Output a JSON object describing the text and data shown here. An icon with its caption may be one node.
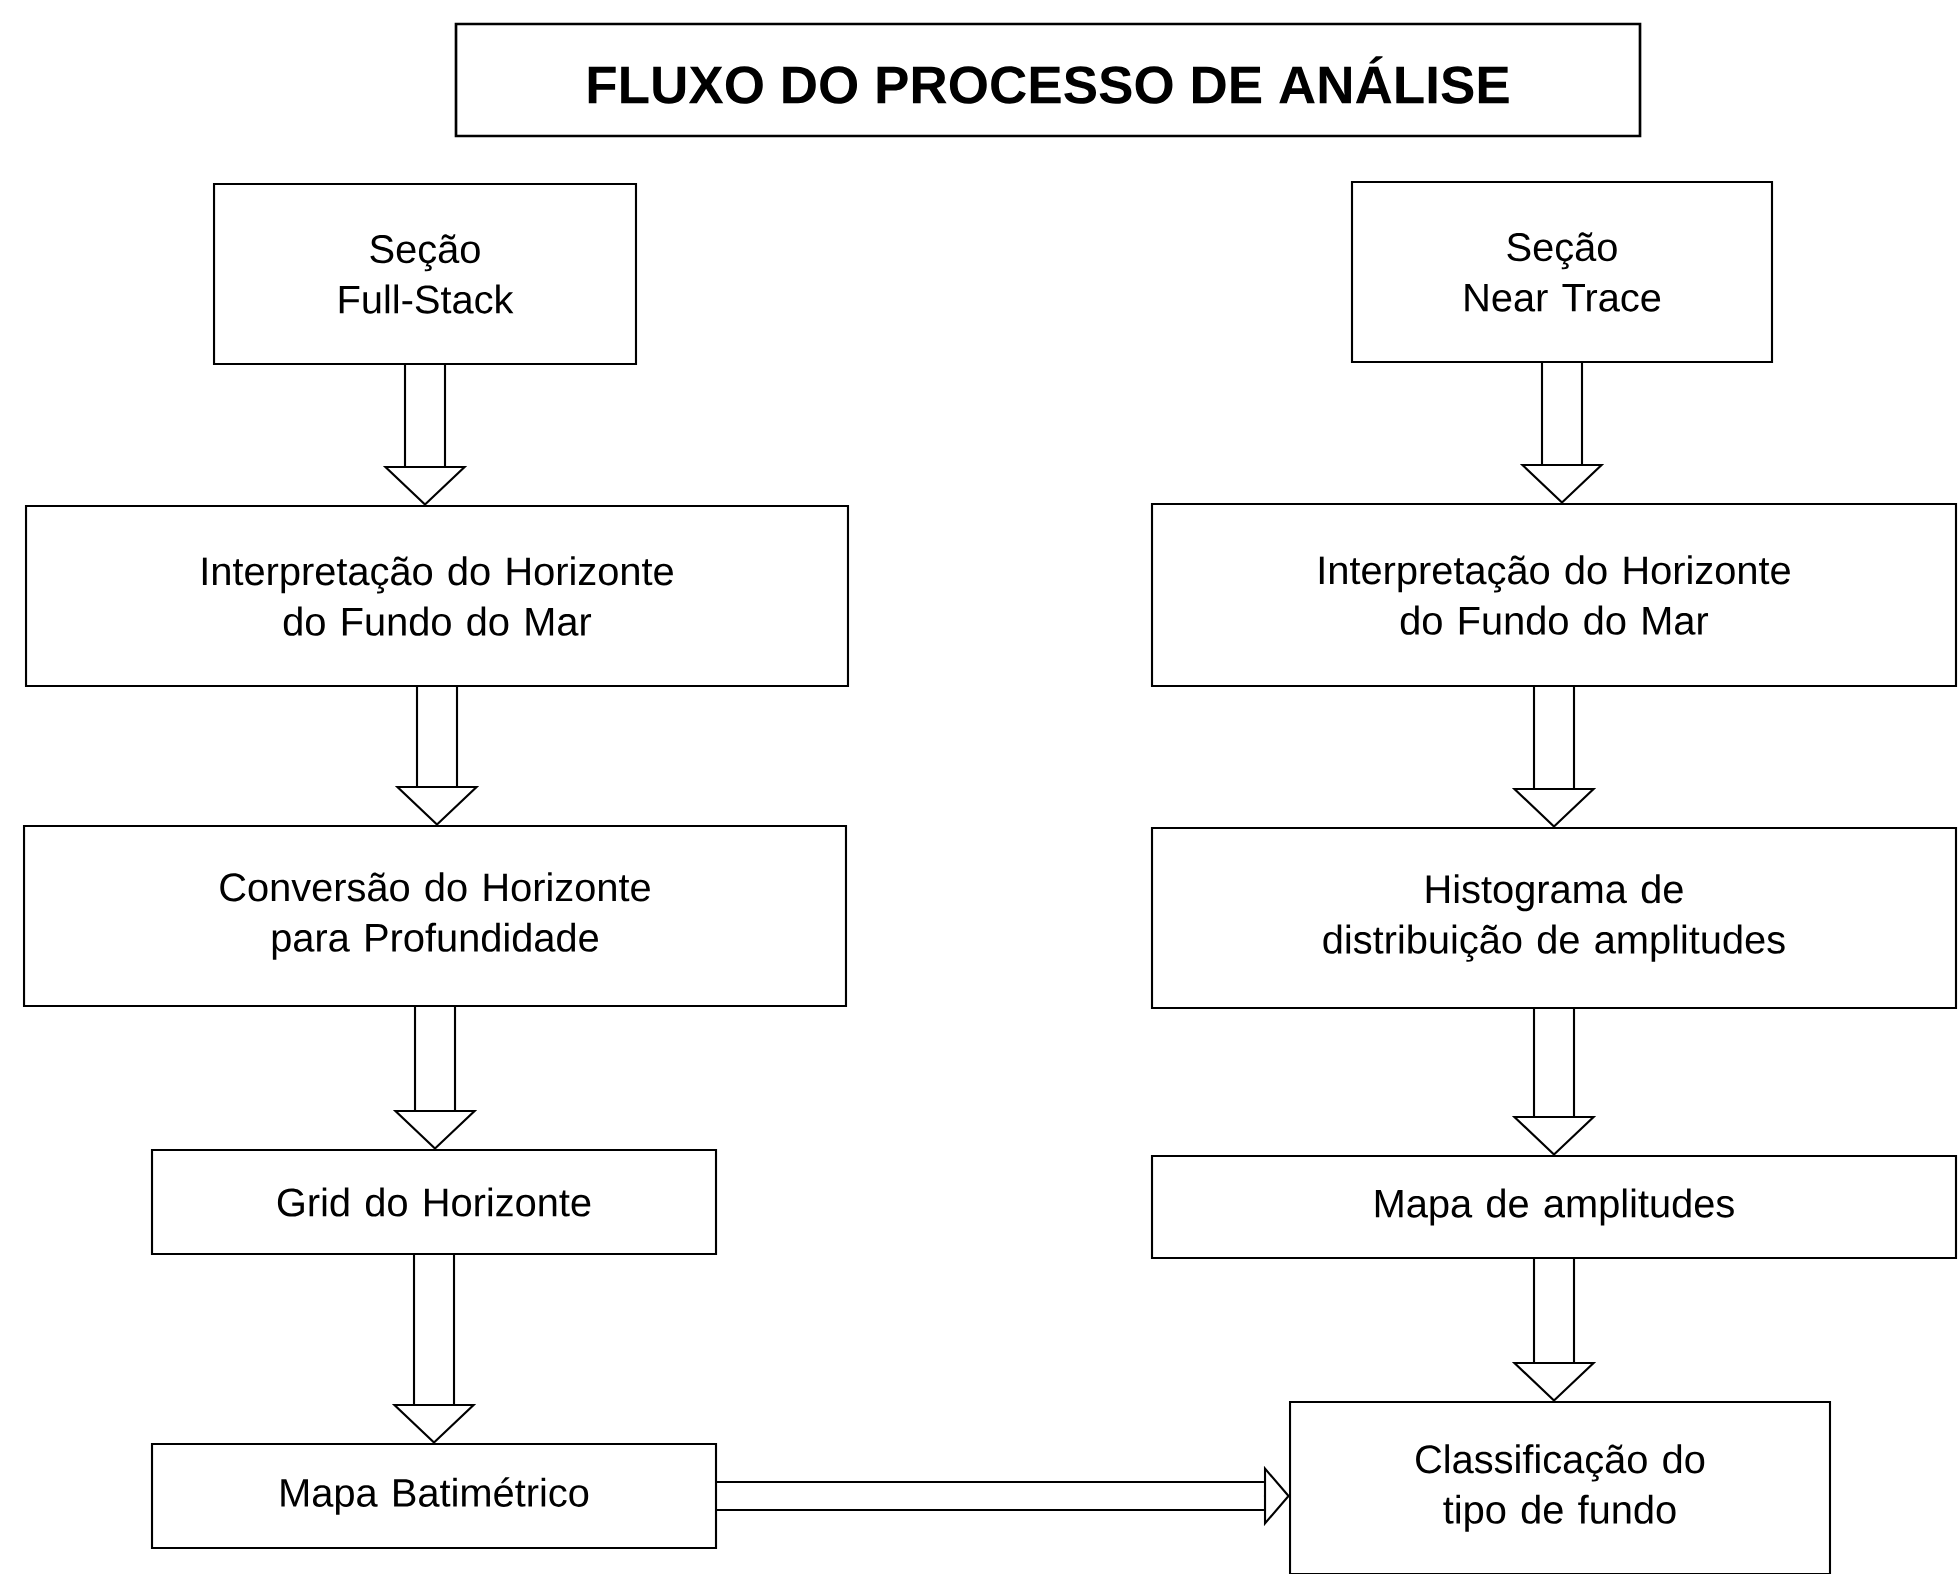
{
  "diagram": {
    "title": "FLUXO DO PROCESSO DE ANÁLISE",
    "nodes": [
      {
        "text": [
          "Seção Full-Stack"
        ]
      },
      {
        "text": [
          "Interpretação do Horizonte do Fundo do Mar"
        ]
      },
      {
        "text": [
          "Conversão do Horizonte para Profundidade"
        ]
      },
      {
        "text": [
          "Grid do Horizonte"
        ]
      },
      {
        "text": [
          "Mapa Batimétrico"
        ]
      },
      {
        "text": [
          "Seção Near Trace"
        ]
      },
      {
        "text": [
          "Interpretação do Horizonte do Fundo do Mar"
        ]
      },
      {
        "text": [
          "Histograma de distribuição de amplitudes"
        ]
      },
      {
        "text": [
          "Mapa de amplitudes"
        ]
      },
      {
        "text": [
          "Classificação do tipo de fundo"
        ]
      }
    ],
    "edges": [
      {
        "from": 0,
        "to": 1,
        "arrow": "to"
      },
      {
        "from": 1,
        "to": 2,
        "arrow": "to"
      },
      {
        "from": 2,
        "to": 3,
        "arrow": "to"
      },
      {
        "from": 3,
        "to": 4,
        "arrow": "to"
      },
      {
        "from": 5,
        "to": 6,
        "arrow": "to"
      },
      {
        "from": 6,
        "to": 7,
        "arrow": "to"
      },
      {
        "from": 7,
        "to": 8,
        "arrow": "to"
      },
      {
        "from": 8,
        "to": 9,
        "arrow": "to"
      },
      {
        "from": 4,
        "to": 9,
        "arrow": "to"
      }
    ]
  }
}
